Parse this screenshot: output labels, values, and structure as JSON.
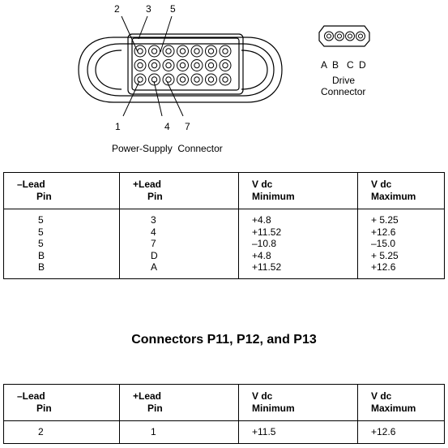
{
  "diagram": {
    "callouts_top": [
      "2",
      "3",
      "5"
    ],
    "callouts_bottom": [
      "1",
      "4",
      "7"
    ],
    "ps_connector_label": "Power-Supply  Connector",
    "drive_pins": [
      "A",
      "B",
      "C",
      "D"
    ],
    "drive_label_line1": "Drive",
    "drive_label_line2": "Connector"
  },
  "table1": {
    "headers": [
      {
        "line1": "–Lead",
        "line2": "Pin"
      },
      {
        "line1": "+Lead",
        "line2": "Pin"
      },
      {
        "line1": "V dc",
        "line2": "Minimum"
      },
      {
        "line1": "V dc",
        "line2": "Maximum"
      }
    ],
    "rows": [
      [
        "5",
        "3",
        "+4.8",
        "+ 5.25"
      ],
      [
        "5",
        "4",
        "+11.52",
        "+12.6"
      ],
      [
        "5",
        "7",
        "–10.8",
        "–15.0"
      ],
      [
        "B",
        "D",
        "+4.8",
        "+ 5.25"
      ],
      [
        "B",
        "A",
        "+11.52",
        "+12.6"
      ]
    ]
  },
  "section_title": "Connectors P11, P12, and P13",
  "table2": {
    "headers": [
      {
        "line1": "–Lead",
        "line2": "Pin"
      },
      {
        "line1": "+Lead",
        "line2": "Pin"
      },
      {
        "line1": "V dc",
        "line2": "Minimum"
      },
      {
        "line1": "V dc",
        "line2": "Maximum"
      }
    ],
    "rows": [
      [
        "2",
        "1",
        "+11.5",
        "+12.6"
      ]
    ]
  }
}
